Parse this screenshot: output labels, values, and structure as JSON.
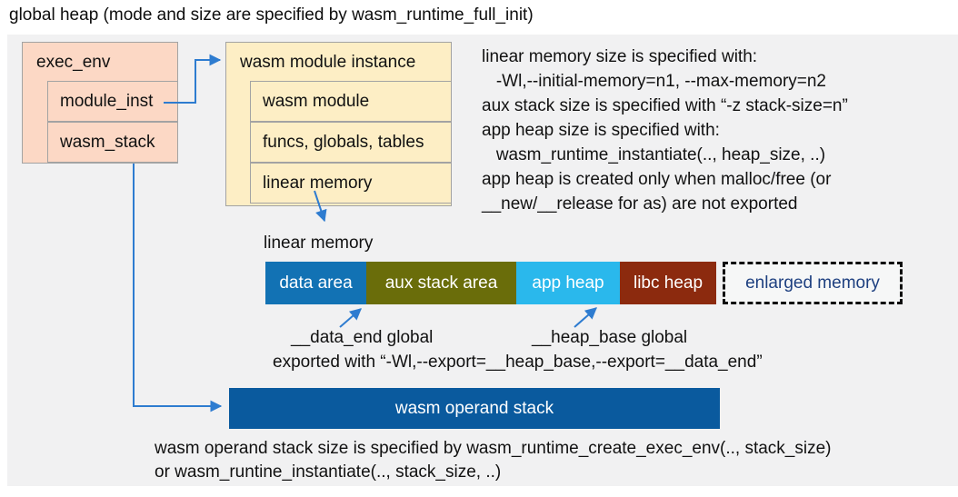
{
  "title": "global heap (mode and size are specified by wasm_runtime_full_init)",
  "exec_env": {
    "label": "exec_env",
    "fields": [
      "module_inst",
      "wasm_stack"
    ]
  },
  "module_instance": {
    "label": "wasm module instance",
    "fields": [
      "wasm module",
      "funcs, globals, tables",
      "linear memory"
    ]
  },
  "notes_right": {
    "lines": [
      "linear memory size is specified with:",
      "   -Wl,--initial-memory=n1, --max-memory=n2",
      "aux stack size is specified with “-z stack-size=n”",
      "app heap size is specified with:",
      "   wasm_runtime_instantiate(.., heap_size, ..)",
      "app heap is created only when malloc/free (or",
      "__new/__release for as) are not exported"
    ]
  },
  "linear_memory": {
    "label": "linear memory",
    "segments": [
      {
        "label": "data area",
        "color": "#1272b4",
        "width": 111
      },
      {
        "label": "aux stack area",
        "color": "#6a6d0a",
        "width": 165
      },
      {
        "label": "app heap",
        "color": "#2ab8ec",
        "width": 114
      },
      {
        "label": "libc heap",
        "color": "#8c2a0e",
        "width": 106
      }
    ],
    "enlarged": {
      "label": "enlarged memory",
      "text_color": "#1e4080"
    }
  },
  "annotations": {
    "data_end": "__data_end global",
    "heap_base": "__heap_base global",
    "exported": "exported with “-Wl,--export=__heap_base,--export=__data_end”"
  },
  "operand_stack": {
    "label": "wasm operand stack"
  },
  "notes_bottom": {
    "lines": [
      "wasm operand stack size is specified by wasm_runtime_create_exec_env(.., stack_size)",
      "or wasm_runtine_instantiate(.., stack_size, ..)"
    ]
  },
  "colors": {
    "panel_bg": "#f1f1f2",
    "exec_env_fill": "#fcd8c5",
    "module_instance_fill": "#fdeec5",
    "box_border": "#a3a3a3",
    "operand_stack_fill": "#0a5a9e",
    "arrow": "#2e7cd0",
    "enlarged_text": "#1e4080"
  }
}
